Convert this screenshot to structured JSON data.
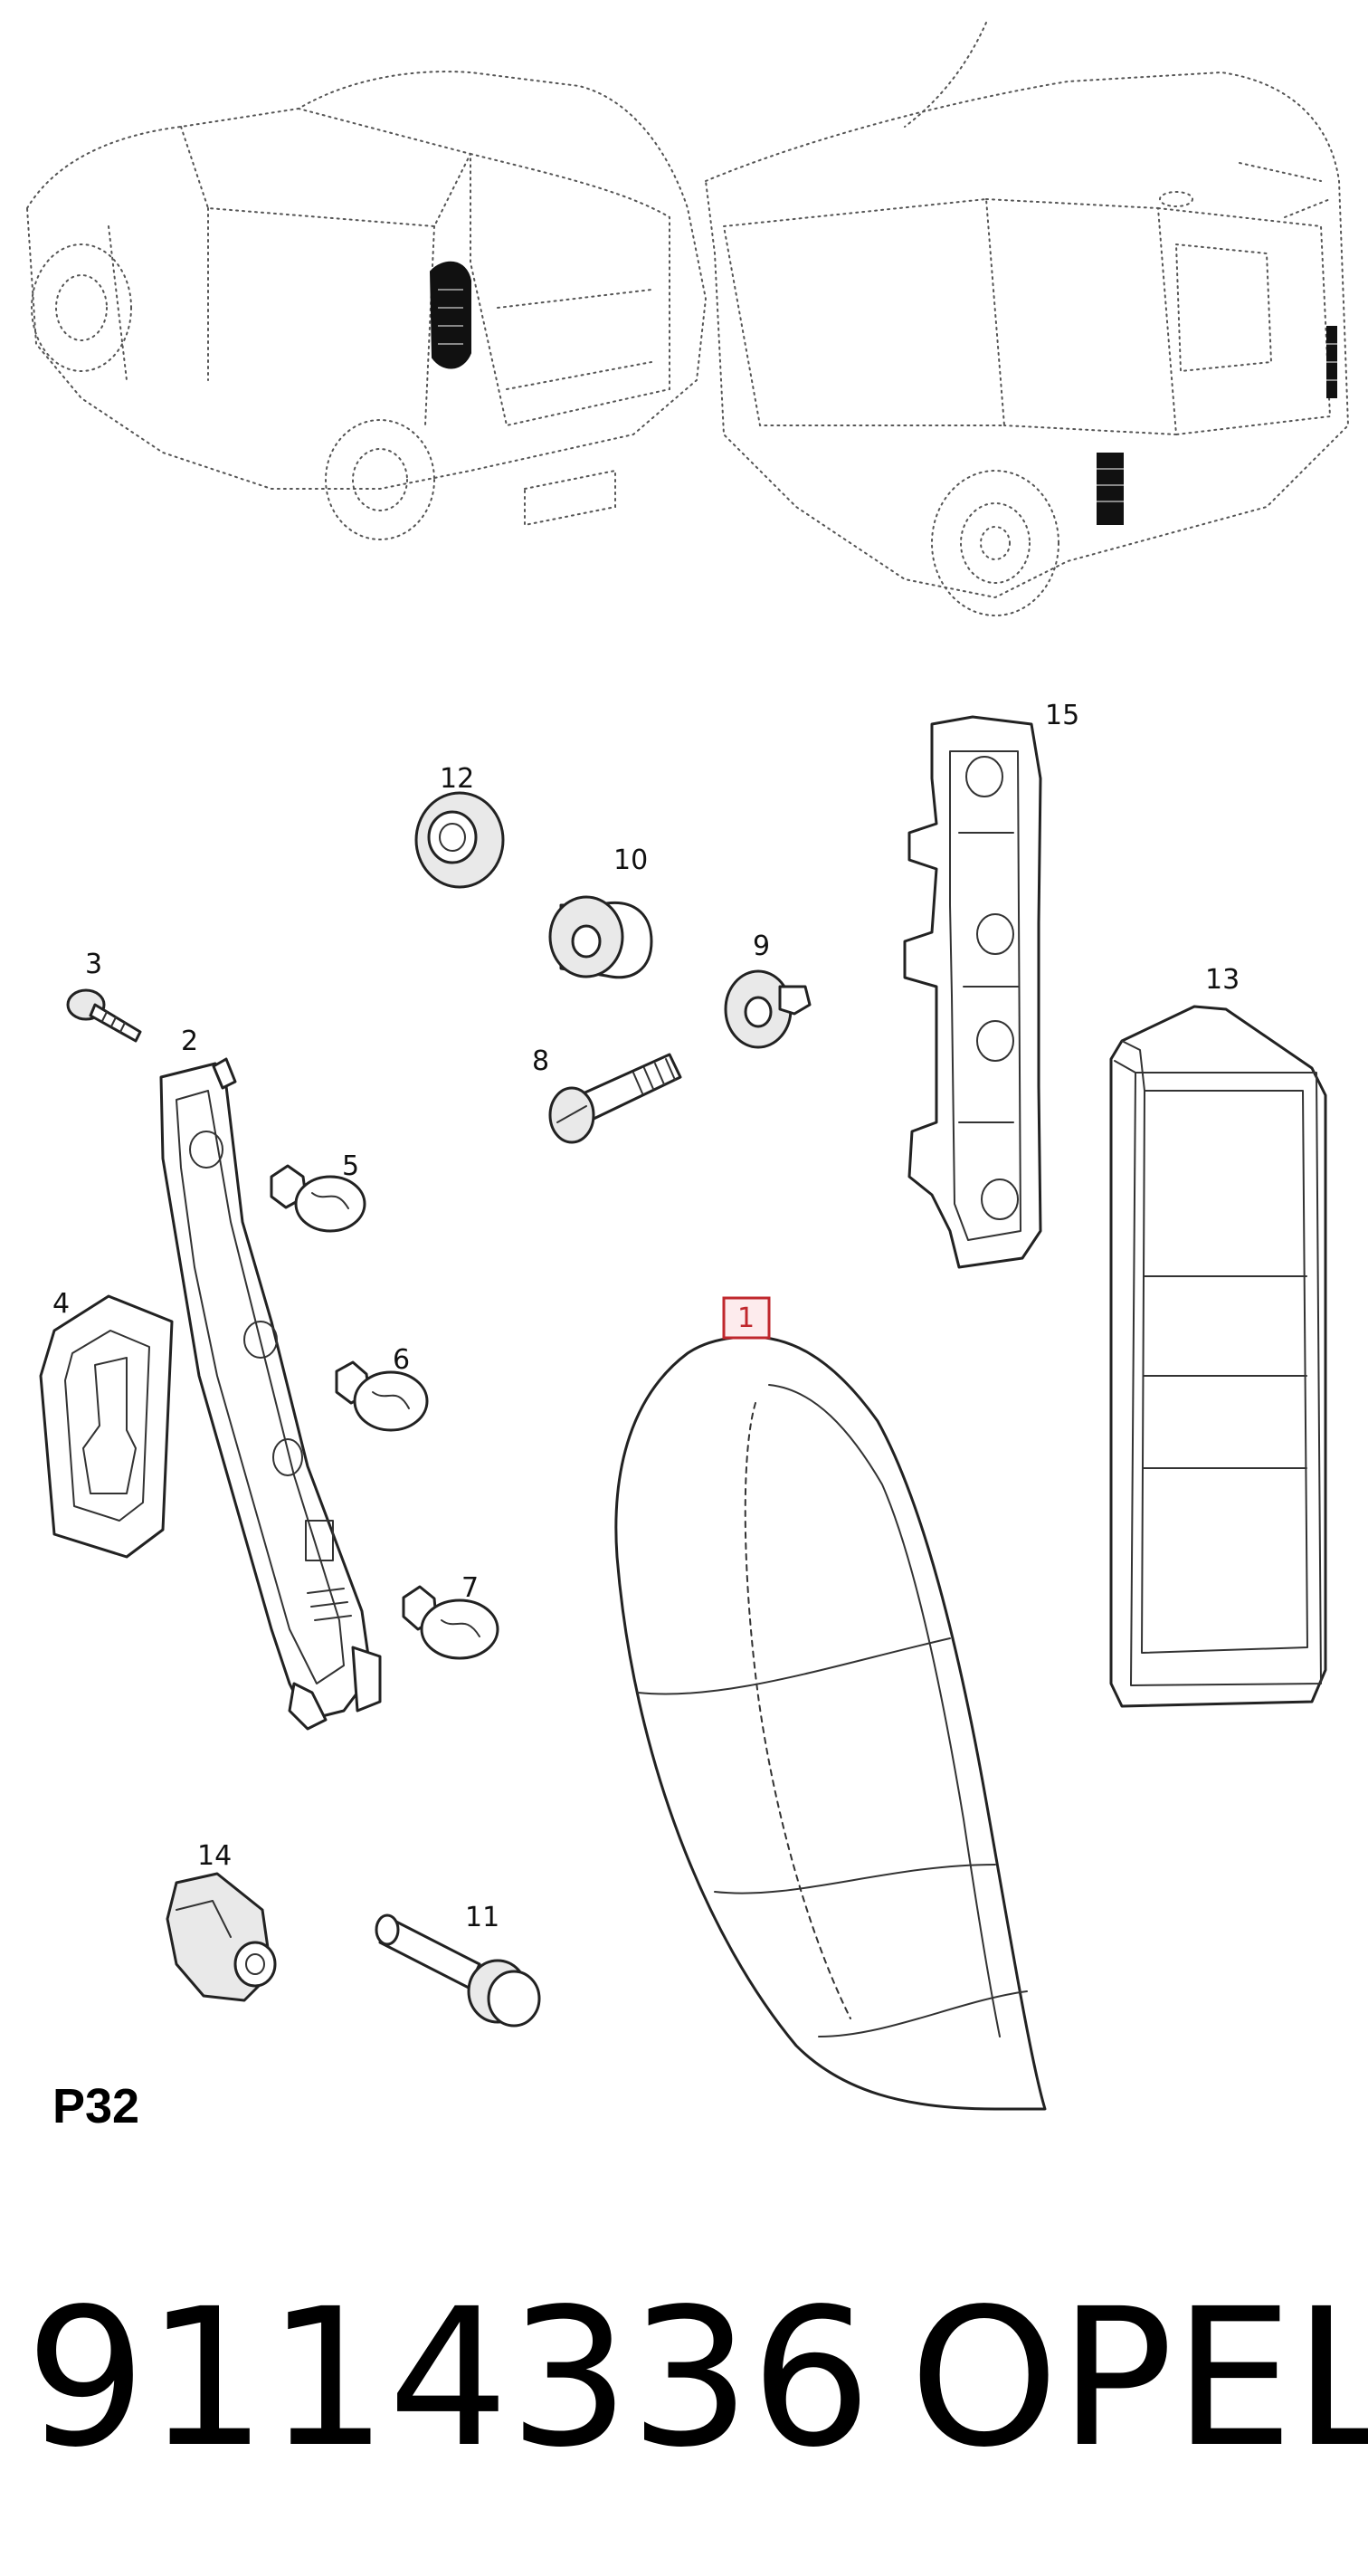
{
  "callouts": {
    "c1": "1",
    "c2": "2",
    "c3": "3",
    "c4": "4",
    "c5": "5",
    "c6": "6",
    "c7": "7",
    "c8": "8",
    "c9": "9",
    "c10": "10",
    "c11": "11",
    "c12": "12",
    "c13": "13",
    "c14": "14",
    "c15": "15"
  },
  "page_code": "P32",
  "caption": {
    "part_number": "9114336",
    "brand": "OPEL"
  },
  "highlight_color": "#c0272d"
}
